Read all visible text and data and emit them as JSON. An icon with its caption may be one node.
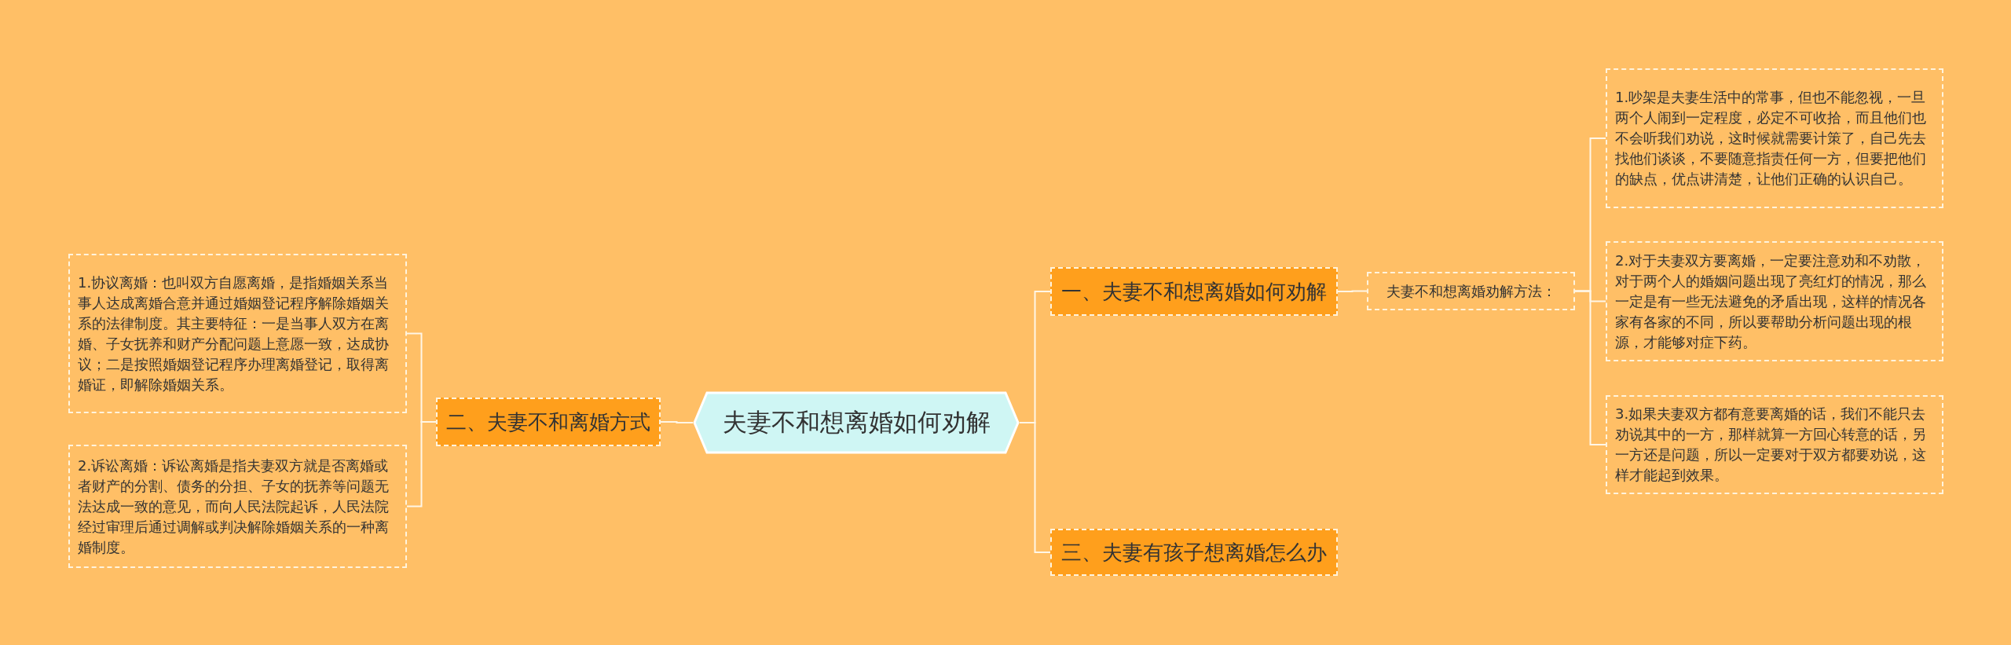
{
  "diagram": {
    "nodes": [
      {
        "text": [
          "夫妻不和想离婚如何劝解"
        ]
      },
      {
        "text": [
          "一、夫妻不和想离婚如何劝解"
        ]
      },
      {
        "text": [
          "夫妻不和想离婚劝解方法："
        ]
      },
      {
        "text": [
          "1.吵架是夫妻生活中的常事，但也不能忽视，一旦两个人闹到一定程度，必定不可收拾，而且他们也不会听我们劝说，这时候就需要计策了，自己先去找他们谈谈，不要随意指责任何一方，但要把他们的缺点，优点讲清楚，让他们正确的认识自己。"
        ]
      },
      {
        "text": [
          "2.对于夫妻双方要离婚，一定要注意劝和不劝散，对于两个人的婚姻问题出现了亮红灯的情况，那么一定是有一些无法避免的矛盾出现，这样的情况各家有各家的不同，所以要帮助分析问题出现的根源，才能够对症下药。"
        ]
      },
      {
        "text": [
          "3.如果夫妻双方都有意要离婚的话，我们不能只去劝说其中的一方，那样就算一方回心转意的话，另一方还是问题，所以一定要对于双方都要劝说，这样才能起到效果。"
        ]
      },
      {
        "text": [
          "三、夫妻有孩子想离婚怎么办"
        ]
      },
      {
        "text": [
          "二、夫妻不和离婚方式"
        ]
      },
      {
        "text": [
          "1.协议离婚：也叫双方自愿离婚，是指婚姻关系当事人达成离婚合意并通过婚姻登记程序解除婚姻关系的法律制度。其主要特征：一是当事人双方在离婚、子女抚养和财产分配问题上意愿一致，达成协议；二是按照婚姻登记程序办理离婚登记，取得离婚证，即解除婚姻关系。"
        ]
      },
      {
        "text": [
          "2.诉讼离婚：诉讼离婚是指夫妻双方就是否离婚或者财产的分割、债务的分担、子女的抚养等问题无法达成一致的意见，而向人民法院起诉，人民法院经过审理后通过调解或判决解除婚姻关系的一种离婚制度。"
        ]
      }
    ],
    "edges": [
      {
        "from": 0,
        "to": 1,
        "arrow": "none"
      },
      {
        "from": 1,
        "to": 2,
        "arrow": "none"
      },
      {
        "from": 2,
        "to": 3,
        "arrow": "none"
      },
      {
        "from": 2,
        "to": 4,
        "arrow": "none"
      },
      {
        "from": 2,
        "to": 5,
        "arrow": "none"
      },
      {
        "from": 0,
        "to": 6,
        "arrow": "none"
      },
      {
        "from": 0,
        "to": 7,
        "arrow": "none"
      },
      {
        "from": 7,
        "to": 8,
        "arrow": "none"
      },
      {
        "from": 7,
        "to": 9,
        "arrow": "none"
      }
    ]
  }
}
